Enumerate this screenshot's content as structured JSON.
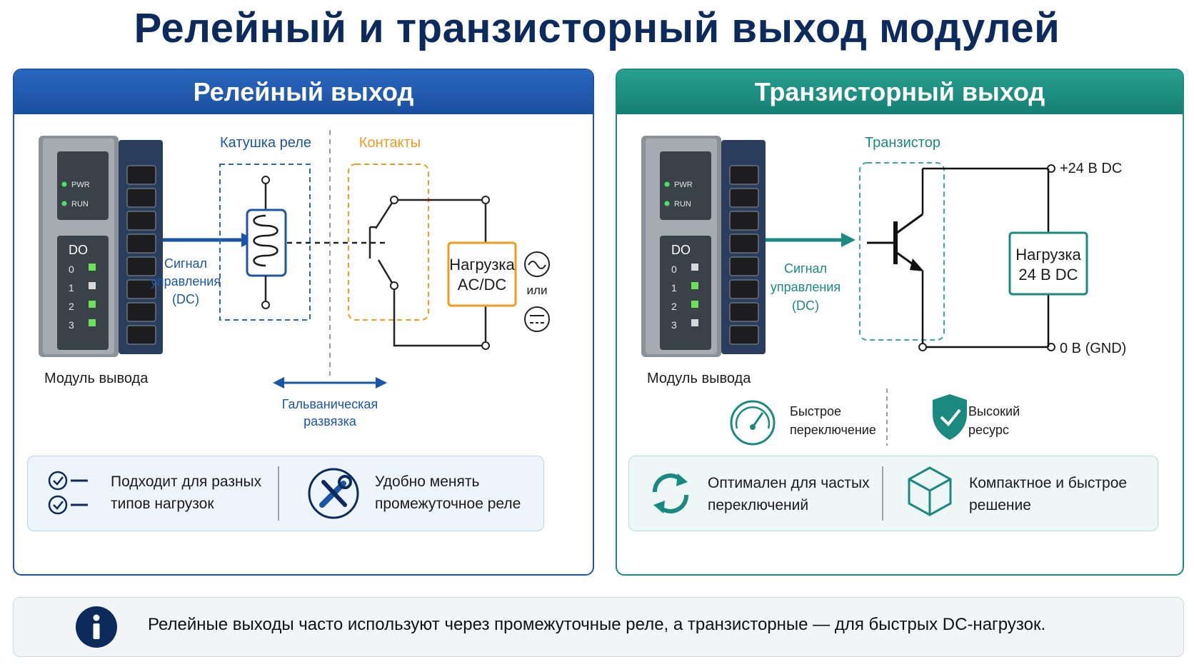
{
  "title": "Релейный и транзисторный выход модулей",
  "left": {
    "header": "Релейный выход",
    "module": {
      "pwr": "PWR",
      "run": "RUN",
      "do": "DO",
      "channels": [
        "0",
        "1",
        "2",
        "3"
      ],
      "caption": "Модуль вывода"
    },
    "signal_label": [
      "Сигнал",
      "управления",
      "(DC)"
    ],
    "coil_label": "Катушка реле",
    "contacts_label": "Контакты",
    "load_label": [
      "Нагрузка",
      "AC/DC"
    ],
    "or_label": "или",
    "isolation_label": [
      "Гальваническая",
      "развязка"
    ],
    "feature1": [
      "Подходит для разных",
      "типов нагрузок"
    ],
    "feature2": [
      "Удобно менять",
      "промежуточное реле"
    ]
  },
  "right": {
    "header": "Транзисторный выход",
    "module": {
      "pwr": "PWR",
      "run": "RUN",
      "do": "DO",
      "channels": [
        "0",
        "1",
        "2",
        "3"
      ],
      "caption": "Модуль вывода"
    },
    "signal_label": [
      "Сигнал",
      "управления",
      "(DC)"
    ],
    "transistor_label": "Транзистор",
    "plus_label": "+24 В DC",
    "gnd_label": "0 В (GND)",
    "load_label": [
      "Нагрузка",
      "24 В DC"
    ],
    "fast_label": [
      "Быстрое",
      "переключение"
    ],
    "resource_label": [
      "Высокий",
      "ресурс"
    ],
    "feature1": [
      "Оптимален для частых",
      "переключений"
    ],
    "feature2": [
      "Компактное и быстрое",
      "решение"
    ]
  },
  "note": "Релейные выходы часто используют через промежуточные реле, а транзисторные — для быстрых DC-нагрузок.",
  "colors": {
    "blue": "#1a55a8",
    "teal": "#1a8a80",
    "orange": "#f39a1e",
    "navy": "#0d2a5c"
  }
}
